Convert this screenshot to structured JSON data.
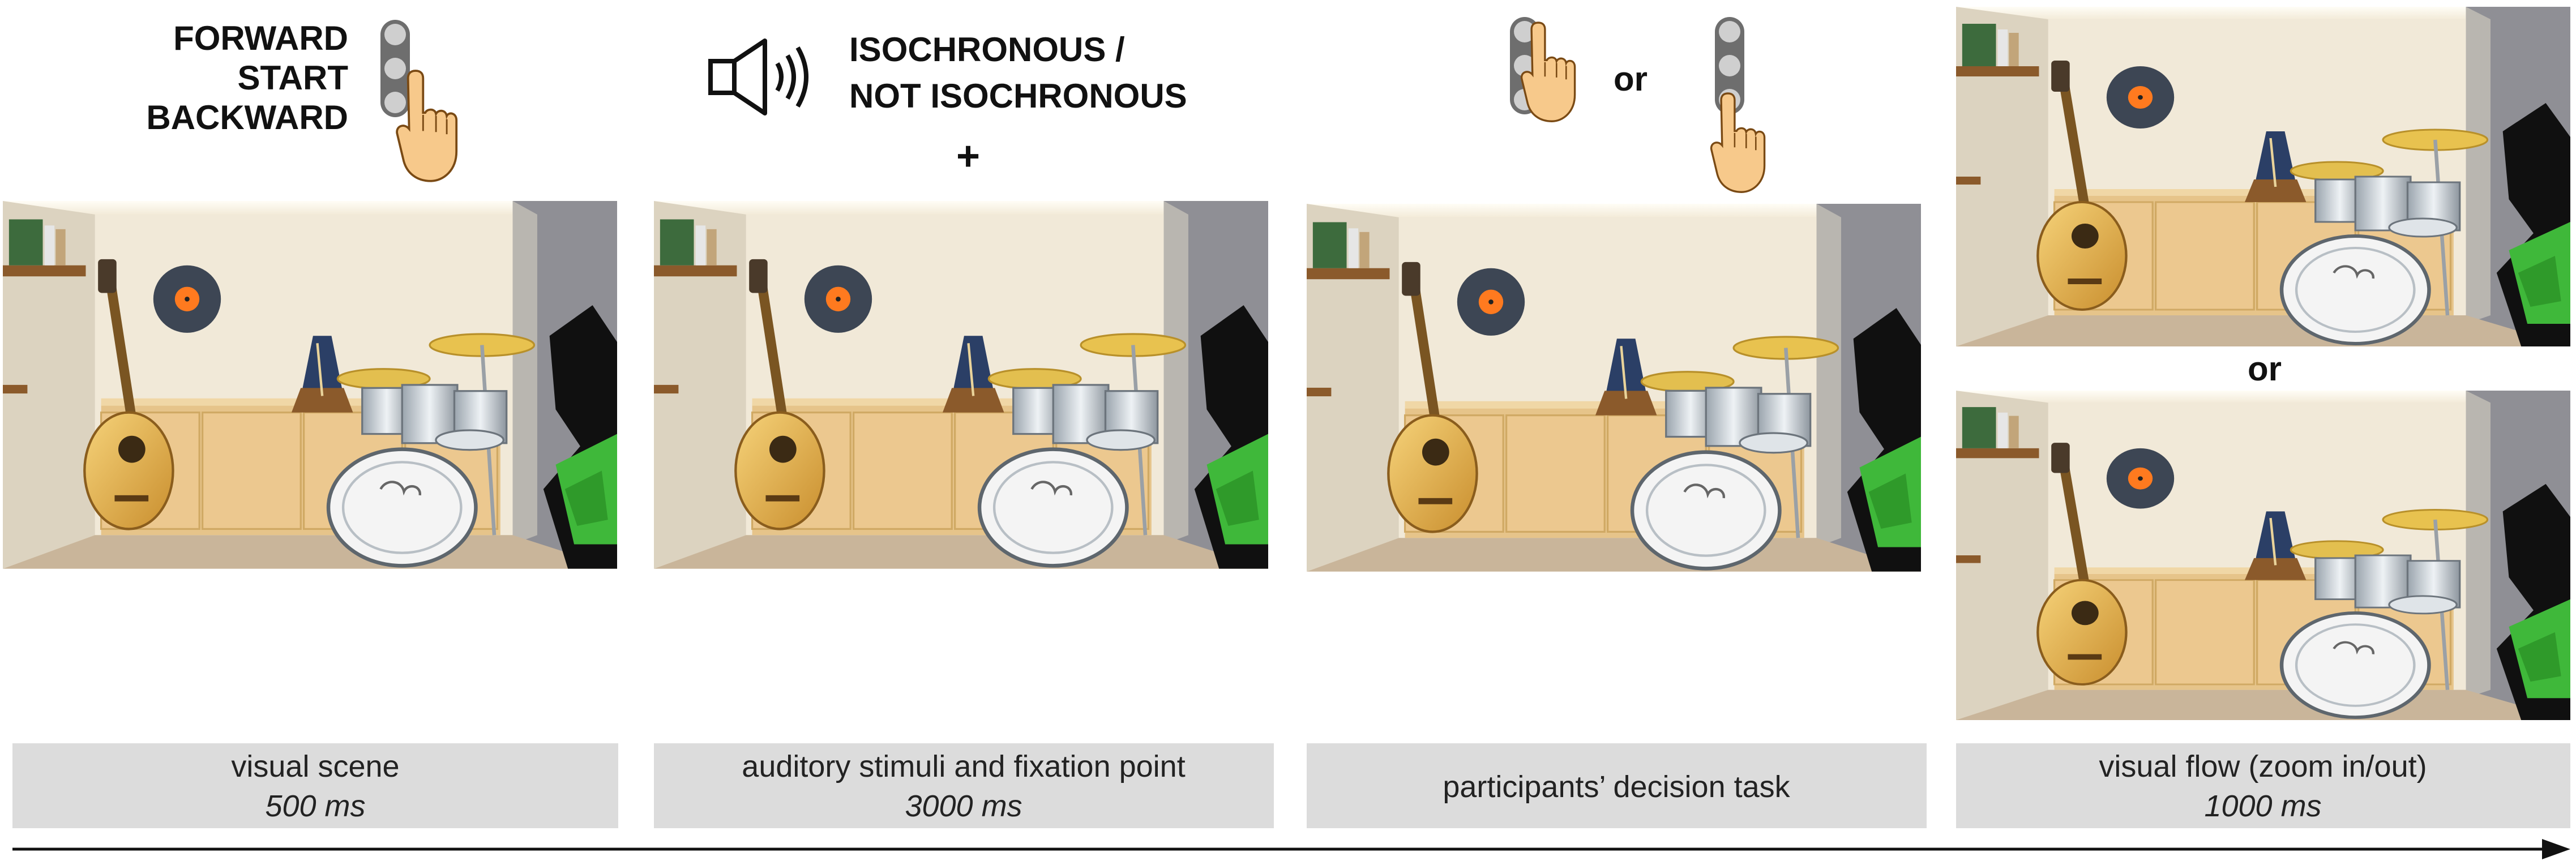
{
  "stage1": {
    "buttons": [
      "FORWARD",
      "START",
      "BACKWARD"
    ],
    "label": "visual scene",
    "duration": "500 ms"
  },
  "stage2": {
    "sound_lines": [
      "ISOCHRONOUS /",
      "NOT ISOCHRONOUS"
    ],
    "plus": "+",
    "label": "auditory stimuli and fixation point",
    "duration": "3000 ms"
  },
  "stage3": {
    "or": "or",
    "label": "participants’ decision task"
  },
  "stage4": {
    "or": "or",
    "label": "visual flow (zoom in/out)",
    "duration": "1000 ms"
  },
  "icons": {
    "speaker": "speaker-icon",
    "hand": "pointing-hand-icon",
    "keypad": "three-button-keypad-icon",
    "arrow": "timeline-arrow-icon"
  },
  "colors": {
    "wall": "#f1e9d8",
    "cabinet": "#e6c48a",
    "record_orange": "#ff7a1f",
    "plant": "#35b52f",
    "skin": "#f7c98b",
    "label_bg": "#dcdcdc"
  }
}
